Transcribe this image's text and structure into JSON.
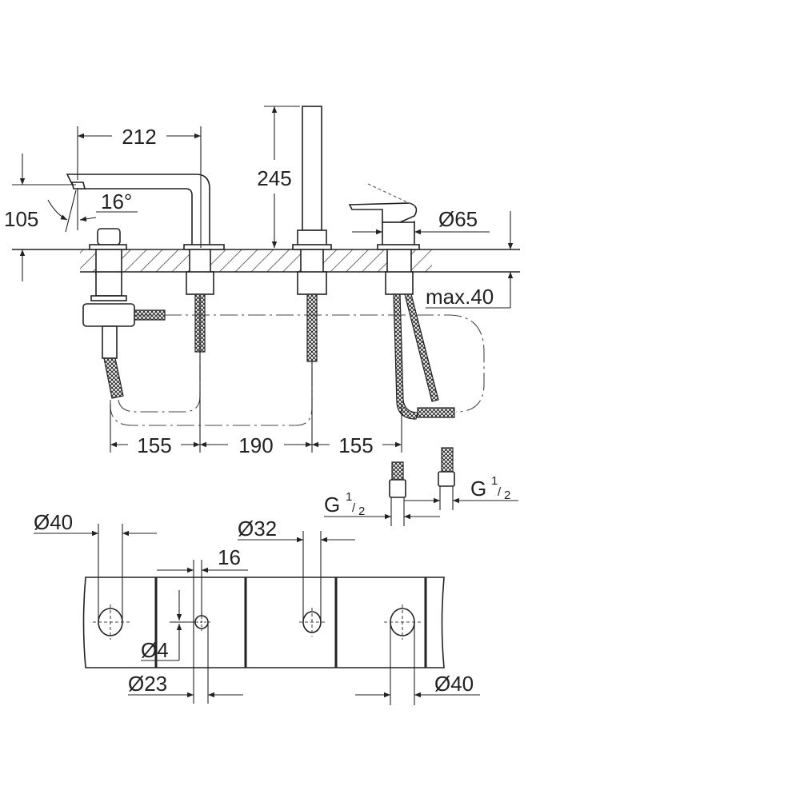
{
  "drawing": {
    "dimensions": {
      "spout_reach": "212",
      "spout_height": "105",
      "spout_angle": "16°",
      "handshower_height": "245",
      "mixer_diameter": "Ø65",
      "max_deck_thickness": "max.40",
      "spacing_left": "155",
      "spacing_center": "190",
      "spacing_right": "155"
    },
    "connections": {
      "left_thread": "G",
      "right_thread": "G",
      "fraction_num": "1",
      "fraction_den": "2"
    },
    "holes": {
      "hole_left": "Ø40",
      "hole_small_pitch": "16",
      "hole_small": "Ø4",
      "hole_spout": "Ø23",
      "hole_shower": "Ø32",
      "hole_right": "Ø40"
    }
  }
}
